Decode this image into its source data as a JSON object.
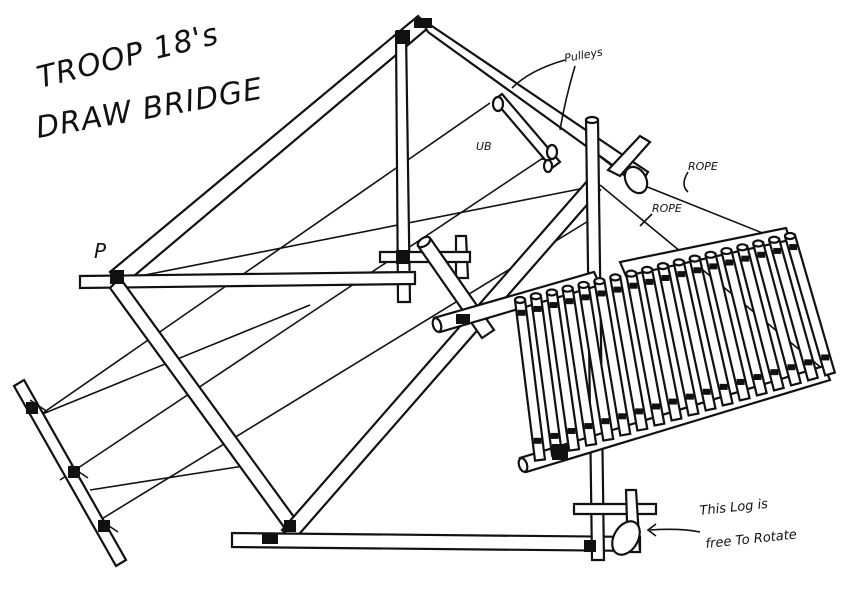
{
  "title": {
    "line1": "TROOP 18's",
    "line2": "DRAW BRIDGE"
  },
  "labels": {
    "pulleys": "Pulleys",
    "rope_upper": "ROPE",
    "rope_lower": "ROPE",
    "p_marker": "P",
    "ub_marker": "UB"
  },
  "annotation": {
    "line1": "This Log is",
    "line2": "free To Rotate"
  },
  "colors": {
    "ink": "#111111",
    "paper": "#ffffff"
  }
}
